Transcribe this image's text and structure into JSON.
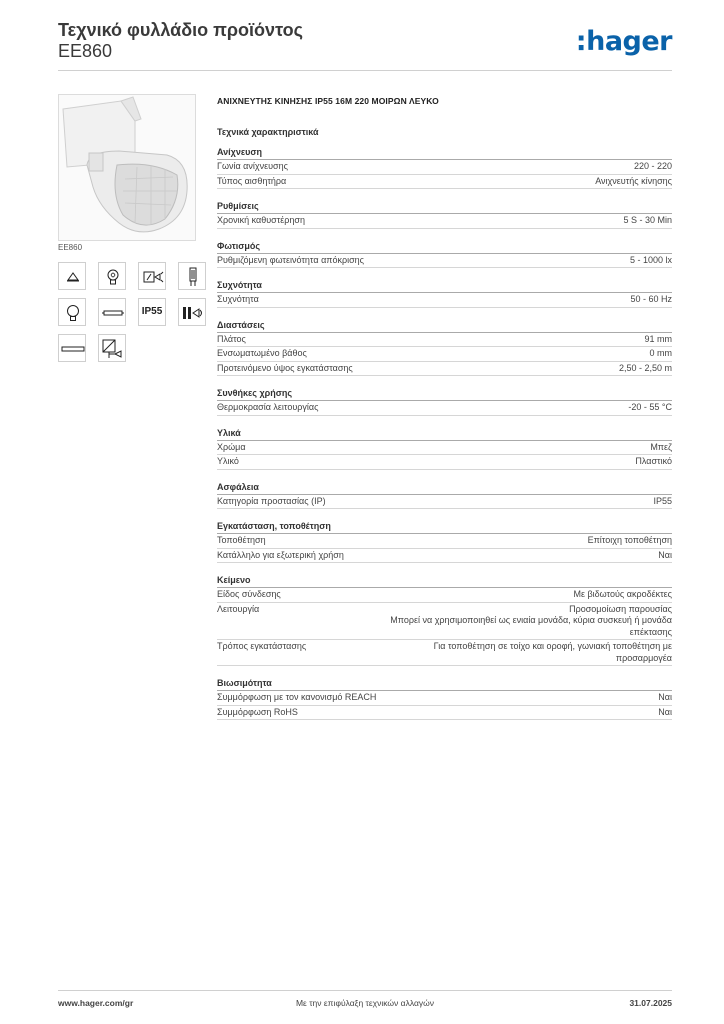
{
  "header": {
    "title": "Τεχνικό φυλλάδιο προϊόντος",
    "code": "EE860",
    "logo": ":hager",
    "brand_color": "#0a62a9"
  },
  "product": {
    "image_caption": "EE860",
    "name": "ΑΝΙΧΝΕΥΤΗΣ ΚΙΝΗΣΗΣ IP55 16Μ 220 ΜΟΙΡΩΝ ΛΕΥΚΟ"
  },
  "symbols": [
    {
      "icon": "ceiling-lamp-icon"
    },
    {
      "icon": "energy-saving-bulb-icon"
    },
    {
      "icon": "led-driver-icon"
    },
    {
      "icon": "halogen-transformer-icon"
    },
    {
      "icon": "incandescent-bulb-icon"
    },
    {
      "icon": "fluorescent-tube-icon"
    },
    {
      "icon": "ip55-icon",
      "text": "IP55"
    },
    {
      "icon": "dimmer-motion-icon"
    },
    {
      "icon": "fluorescent-tube-2-icon"
    },
    {
      "icon": "motor-load-icon"
    }
  ],
  "specs": {
    "title": "Τεχνικά χαρακτηριστικά",
    "sections": [
      {
        "title": "Ανίχνευση",
        "rows": [
          {
            "label": "Γωνία ανίχνευσης",
            "value": "220 - 220"
          },
          {
            "label": "Τύπος αισθητήρα",
            "value": "Ανιχνευτής κίνησης"
          }
        ]
      },
      {
        "title": "Ρυθμίσεις",
        "rows": [
          {
            "label": "Χρονική καθυστέρηση",
            "value": "5 S - 30 Min"
          }
        ]
      },
      {
        "title": "Φωτισμός",
        "rows": [
          {
            "label": "Ρυθμιζόμενη φωτεινότητα απόκρισης",
            "value": "5 - 1000 lx"
          }
        ]
      },
      {
        "title": "Συχνότητα",
        "rows": [
          {
            "label": "Συχνότητα",
            "value": "50 - 60 Hz"
          }
        ]
      },
      {
        "title": "Διαστάσεις",
        "rows": [
          {
            "label": "Πλάτος",
            "value": "91 mm"
          },
          {
            "label": "Ενσωματωμένο βάθος",
            "value": "0 mm"
          },
          {
            "label": "Προτεινόμενο ύψος εγκατάστασης",
            "value": "2,50 - 2,50 m"
          }
        ]
      },
      {
        "title": "Συνθήκες χρήσης",
        "rows": [
          {
            "label": "Θερμοκρασία λειτουργίας",
            "value": "-20 - 55 °C"
          }
        ]
      },
      {
        "title": "Υλικά",
        "rows": [
          {
            "label": "Χρώμα",
            "value": "Μπεζ"
          },
          {
            "label": "Υλικό",
            "value": "Πλαστικό"
          }
        ]
      },
      {
        "title": "Ασφάλεια",
        "rows": [
          {
            "label": "Κατηγορία προστασίας (IP)",
            "value": "IP55"
          }
        ]
      },
      {
        "title": "Εγκατάσταση, τοποθέτηση",
        "rows": [
          {
            "label": "Τοποθέτηση",
            "value": "Επίτοιχη τοποθέτηση"
          },
          {
            "label": "Κατάλληλο για εξωτερική χρήση",
            "value": "Ναι"
          }
        ]
      },
      {
        "title": "Κείμενο",
        "rows": [
          {
            "label": "Είδος σύνδεσης",
            "value": "Με βιδωτούς ακροδέκτες"
          },
          {
            "label": "Λειτουργία",
            "value": "Προσομοίωση παρουσίας\nΜπορεί να χρησιμοποιηθεί ως ενιαία μονάδα, κύρια συσκευή ή μονάδα επέκτασης"
          },
          {
            "label": "Τρόπος εγκατάστασης",
            "value": "Για τοποθέτηση σε τοίχο και οροφή, γωνιακή τοποθέτηση με προσαρμογέα"
          }
        ]
      },
      {
        "title": "Βιωσιμότητα",
        "rows": [
          {
            "label": "Συμμόρφωση με τον κανονισμό REACH",
            "value": "Ναι"
          },
          {
            "label": "Συμμόρφωση RoHS",
            "value": "Ναι"
          }
        ]
      }
    ]
  },
  "footer": {
    "website": "www.hager.com/gr",
    "note": "Με την επιφύλαξη τεχνικών αλλαγών",
    "date": "31.07.2025"
  }
}
